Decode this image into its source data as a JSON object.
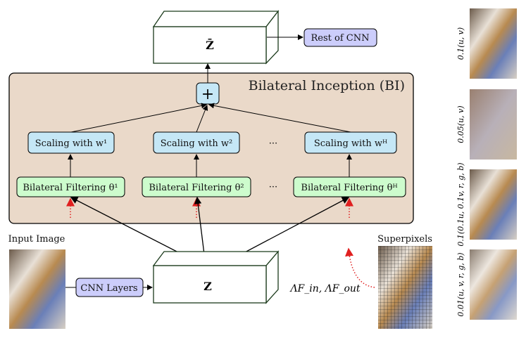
{
  "zbar_label": "Z̄",
  "z_label": "Z",
  "rest_label": "Rest of CNN",
  "bi_title": "Bilateral Inception (BI)",
  "plus_label": "+",
  "scaling": [
    "Scaling with w¹",
    "Scaling with w²",
    "Scaling with wᴴ"
  ],
  "filtering": [
    "Bilateral Filtering θ¹",
    "Bilateral Filtering θ²",
    "Bilateral Filtering θᴴ"
  ],
  "ellipsis": "···",
  "input_label": "Input Image",
  "cnn_layers_label": "CNN Layers",
  "lambda_label": "ΛF_in, ΛF_out",
  "superpixels_label": "Superpixels",
  "side_labels": [
    "0.1(u, v)",
    "0.05(u, v)",
    "0.1(0.1u, 0.1v, r, g, b)",
    "0.01(u, v, r, g, b)"
  ],
  "colors": {
    "panel": "#ead9c9",
    "blue": "#cccdfb",
    "cyan": "#c5e7f6",
    "green": "#cdfccd",
    "red": "#e02020"
  }
}
